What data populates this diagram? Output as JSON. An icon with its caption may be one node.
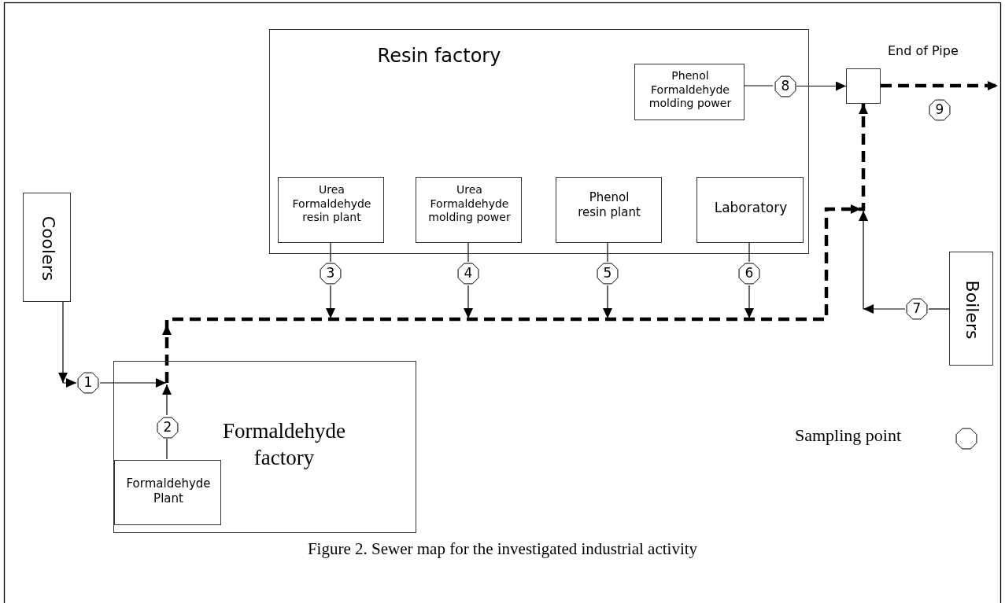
{
  "diagram": {
    "caption": "Figure 2. Sewer map for the investigated industrial activity",
    "nodes": [
      {
        "text": [
          "Resin factory"
        ]
      },
      {
        "text": [
          "Phenol Formaldehyde molding power"
        ],
        "in": 0
      },
      {
        "text": [
          "8"
        ],
        "in": 0
      },
      {
        "text": [],
        "shape": "box",
        "beside": [
          "End of Pipe"
        ]
      },
      {
        "text": [
          "9"
        ]
      },
      {
        "text": [
          "Urea Formaldehyde resin plant"
        ],
        "in": 0
      },
      {
        "text": [
          "Urea Formaldehyde molding power"
        ],
        "in": 0
      },
      {
        "text": [
          "Phenol resin plant"
        ],
        "in": 0
      },
      {
        "text": [
          "Laboratory"
        ],
        "in": 0
      },
      {
        "text": [
          "Coolers"
        ]
      },
      {
        "text": [
          "3"
        ]
      },
      {
        "text": [
          "4"
        ]
      },
      {
        "text": [
          "5"
        ]
      },
      {
        "text": [
          "6"
        ]
      },
      {
        "text": [
          "Boilers"
        ]
      },
      {
        "text": [
          "7"
        ]
      },
      {
        "text": [
          "1"
        ]
      },
      {
        "text": [
          "Formaldehyde factory"
        ]
      },
      {
        "text": [
          "2"
        ],
        "in": 17
      },
      {
        "text": [
          "Formaldehyde Plant"
        ],
        "in": 17
      }
    ],
    "edges": [
      {
        "from": 9,
        "to": 16,
        "arrow": "to"
      },
      {
        "from": 16,
        "to": 17,
        "arrow": "to"
      },
      {
        "from": 19,
        "to": 18,
        "arrow": "none"
      },
      {
        "from": 18,
        "to": null,
        "arrow": "to"
      },
      {
        "from": 5,
        "to": 10,
        "arrow": "none"
      },
      {
        "from": 10,
        "to": null,
        "arrow": "to"
      },
      {
        "from": 6,
        "to": 11,
        "arrow": "none"
      },
      {
        "from": 11,
        "to": null,
        "arrow": "to"
      },
      {
        "from": 7,
        "to": 12,
        "arrow": "none"
      },
      {
        "from": 12,
        "to": null,
        "arrow": "to"
      },
      {
        "from": 8,
        "to": 13,
        "arrow": "none"
      },
      {
        "from": 13,
        "to": null,
        "arrow": "to"
      },
      {
        "from": 14,
        "to": 15,
        "arrow": "none"
      },
      {
        "from": 15,
        "to": null,
        "arrow": "to"
      },
      {
        "from": 1,
        "to": 2,
        "arrow": "none"
      },
      {
        "from": 2,
        "to": 3,
        "arrow": "to"
      },
      {
        "from": null,
        "to": 3,
        "arrow": "to",
        "style": "dashed"
      },
      {
        "from": 3,
        "to": null,
        "arrow": "to",
        "style": "dashed"
      }
    ],
    "legend": [
      {
        "text": "Sampling point"
      }
    ]
  }
}
